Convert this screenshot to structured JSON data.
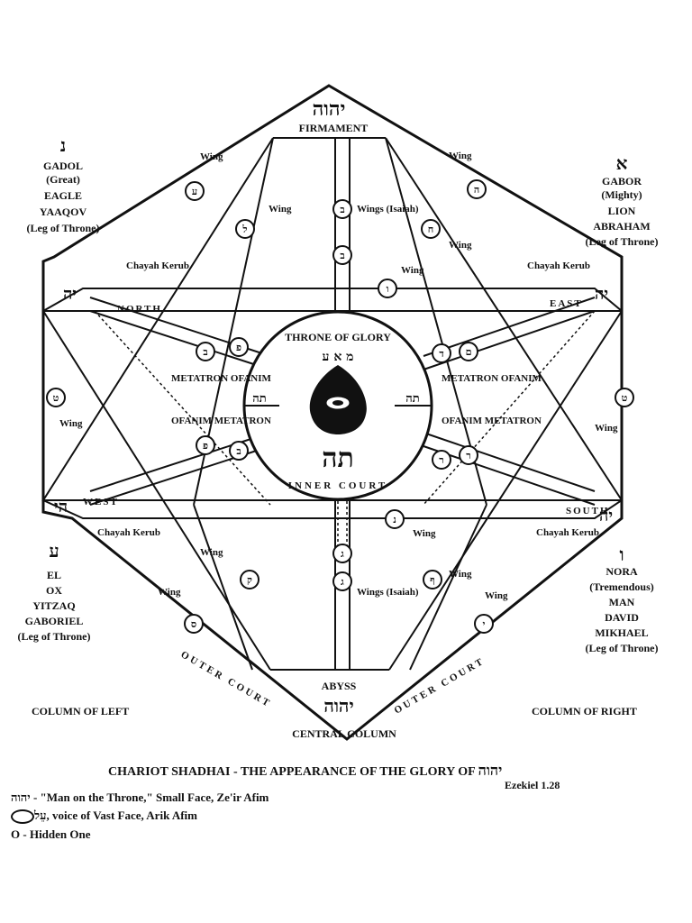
{
  "diagram": {
    "top_name": "יהוה",
    "firmament": "FIRMAMENT",
    "abyss": "ABYSS",
    "abyss_name": "יהוה",
    "throne_text": "THRONE OF GLORY",
    "inner_court": "INNER COURT",
    "outer_court_left": "OUTER COURT",
    "outer_court_right": "OUTER COURT",
    "center_heb": "תה",
    "directions": {
      "north": "NORTH",
      "east": "EAST",
      "west": "WEST",
      "south": "SOUTH"
    },
    "wing": "Wing",
    "wings_isaiah": "Wings (Isaiah)",
    "chayah_kerub": "Chayah Kerub",
    "metatron_ofanim": "METATRON OFANIM",
    "ofanim_metatron": "OFANIM METATRON",
    "throne_letters": {
      "left": "תה",
      "right": "תה",
      "top": "מ א ע"
    },
    "corners": {
      "top_left": {
        "letter": "נ",
        "lines": [
          "GADOL",
          "(Great)",
          "EAGLE",
          "YAAQOV",
          "(Leg of Throne)"
        ]
      },
      "top_right": {
        "letter": "א",
        "lines": [
          "GABOR",
          "(Mighty)",
          "LION",
          "ABRAHAM",
          "(Leg of Throne)"
        ]
      },
      "bottom_left": {
        "letter": "ע",
        "lines": [
          "EL",
          "OX",
          "YITZAQ",
          "GABORIEL",
          "(Leg of Throne)"
        ]
      },
      "bottom_right": {
        "letter": "ו",
        "lines": [
          "NORA",
          "(Tremendous)",
          "MAN",
          "DAVID",
          "MIKHAEL",
          "(Leg of Throne)"
        ]
      }
    },
    "column_left": "COLUMN OF LEFT",
    "column_right": "COLUMN OF RIGHT",
    "central_column": "CENTRAL COLUMN",
    "side_names": {
      "north": "יה",
      "east": "יה",
      "west": "הי",
      "south": "יה"
    },
    "node_letters": {
      "ul_outer": "ע",
      "ul_inner": "ל",
      "ur_outer": "ה",
      "ur_inner": "ח",
      "top_center": "ב",
      "top_center2": "ב",
      "top_small": "ו",
      "left_wing": "ט",
      "right_wing": "ט",
      "ml1": "פ",
      "ml2": "ב",
      "ml3": "פ",
      "ml4": "ב",
      "mr1": "ד",
      "mr2": "ר",
      "mr3": "ם",
      "mr4": "ר",
      "bottom_center": "ג",
      "bottom_center2": "ג",
      "bottom_mid": "נ",
      "ll_inner": "ק",
      "ll_outer": "ס",
      "lr_inner": "ף",
      "lr_outer": "י"
    }
  },
  "caption": {
    "title": "CHARIOT SHADHAI - THE APPEARANCE OF THE GLORY OF",
    "title_name": "יהוה",
    "reference": "Ezekiel 1.28",
    "legend": [
      {
        "symbol": "יהוה",
        "text": " - \"Man on the Throne,\" Small Face, Ze'ir Afim"
      },
      {
        "symbol": "עֵל",
        "text": ", voice of Vast Face, Arik Afim"
      },
      {
        "symbol": "O",
        "text": " - Hidden One"
      }
    ]
  }
}
